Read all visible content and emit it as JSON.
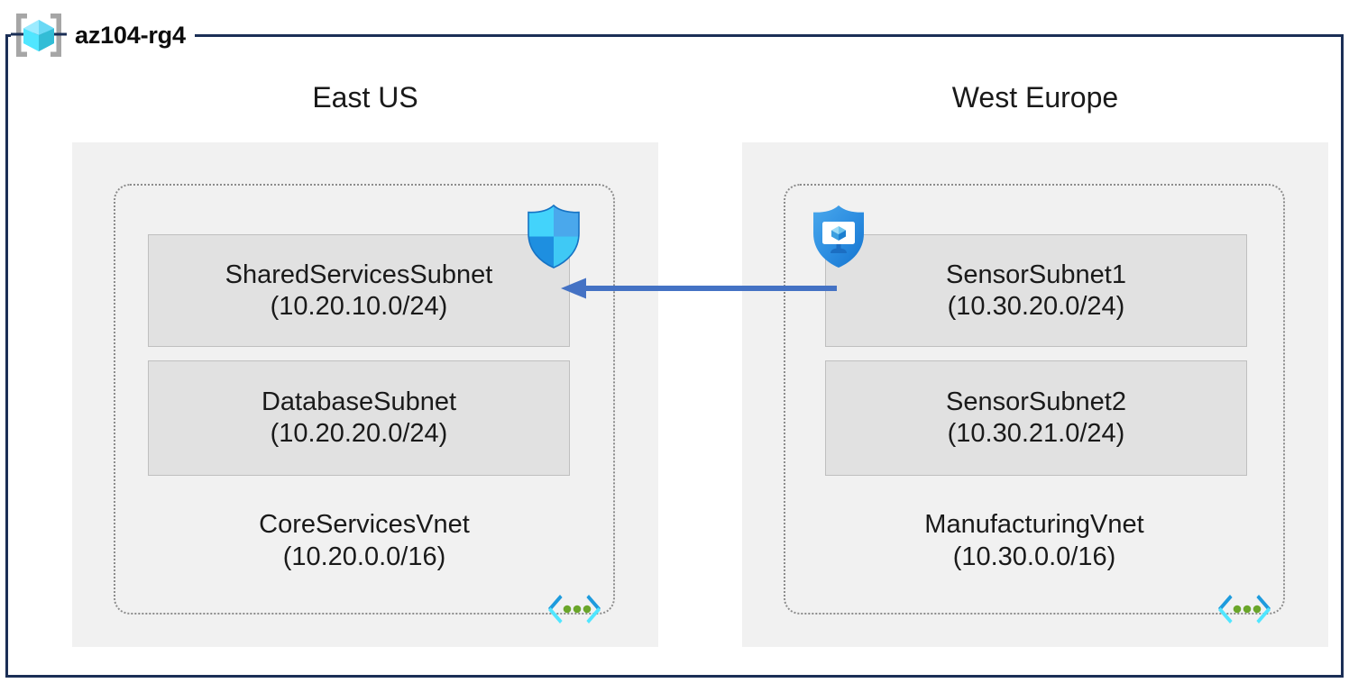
{
  "resource_group": {
    "name": "az104-rg4",
    "icon": "resource-group-cube-icon"
  },
  "colors": {
    "frame_border": "#1b2f56",
    "region_fill": "#f1f1f1",
    "vnet_border": "#8c8c8c",
    "subnet_fill": "#e1e1e1",
    "subnet_border": "#bfbfbf",
    "arrow": "#4472c4",
    "azure_cube_cyan": "#50e6ff",
    "azure_blue": "#0078d4",
    "vnet_icon_green": "#6aa62a",
    "text": "#1a1a1a"
  },
  "regions": [
    {
      "id": "east-us",
      "title": "East US",
      "vnet": {
        "name": "CoreServicesVnet",
        "cidr": "(10.20.0.0/16)",
        "icon": "vnet-icon",
        "subnets": [
          {
            "name": "SharedServicesSubnet",
            "cidr": "(10.20.10.0/24)",
            "security_icon": "network-security-group-shield-icon"
          },
          {
            "name": "DatabaseSubnet",
            "cidr": "(10.20.20.0/24)",
            "security_icon": null
          }
        ]
      }
    },
    {
      "id": "west-europe",
      "title": "West Europe",
      "vnet": {
        "name": "ManufacturingVnet",
        "cidr": "(10.30.0.0/16)",
        "icon": "vnet-icon",
        "subnets": [
          {
            "name": "SensorSubnet1",
            "cidr": "(10.30.20.0/24)",
            "security_icon": "application-security-group-shield-monitor-icon"
          },
          {
            "name": "SensorSubnet2",
            "cidr": "(10.30.21.0/24)",
            "security_icon": null
          }
        ]
      }
    }
  ],
  "connection": {
    "name": "vnet-peering-arrow",
    "direction": "right-to-left",
    "from": "SensorSubnet1",
    "to": "SharedServicesSubnet",
    "label": ""
  }
}
